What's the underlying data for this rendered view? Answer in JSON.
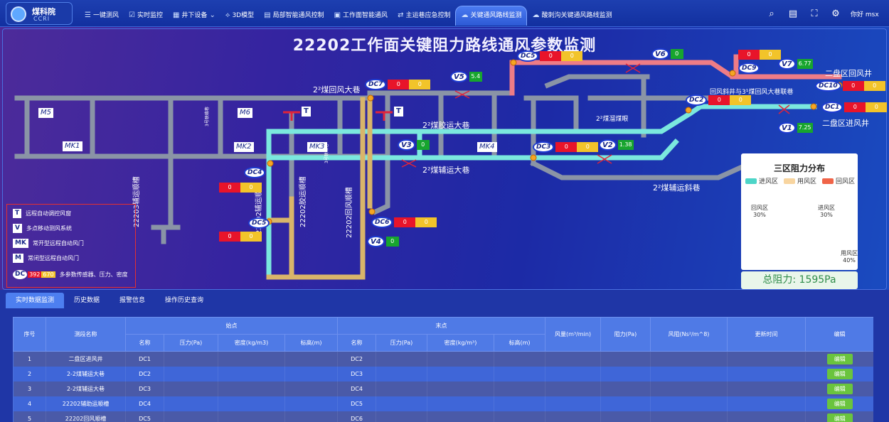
{
  "header": {
    "logo_cn": "煤科院",
    "logo_en": "CCRI",
    "nav": [
      {
        "label": "一键测风",
        "icon": "list-icon"
      },
      {
        "label": "实时监控",
        "icon": "check-square-icon"
      },
      {
        "label": "井下设备",
        "icon": "grid-icon"
      },
      {
        "label": "3D模型",
        "icon": "cube-icon"
      },
      {
        "label": "局部智能通风控制",
        "icon": "document-icon"
      },
      {
        "label": "工作面智能通风",
        "icon": "monitor-icon"
      },
      {
        "label": "主运巷应急控制",
        "icon": "swap-icon"
      },
      {
        "label": "关键通风路线监测",
        "icon": "cloud-icon"
      },
      {
        "label": "酸刺沟关键通风路线监测",
        "icon": "cloud-icon"
      }
    ],
    "user": "你好 msx"
  },
  "diagram": {
    "title": "22202工作面关键阻力路线通风参数监测",
    "labels": {
      "return_main": "2²煤回风大巷",
      "belt_main": "2²煤胶运大巷",
      "aux_main": "2²煤辅运大巷",
      "coal_bunker": "2²煤溜煤眼",
      "aux_slope": "2²煤辅运斜巷",
      "panel2_return_shaft": "二盘区回风井",
      "panel2_intake_shaft": "二盘区进风井",
      "return_slope": "回风斜井与3¹煤回风大巷联巷",
      "aux_22203": "22203辅运顺槽",
      "aux_22202": "22202辅运顺槽",
      "belt_22202": "22202胶运顺槽",
      "return_22202": "22202回风顺槽",
      "shaft3_left": "3号联络巷",
      "shaft3_right": "3号联络巷"
    },
    "doors": [
      "M5",
      "M6",
      "MK1",
      "MK2",
      "MK3",
      "MK4"
    ],
    "sensors": [
      {
        "id": "DC5",
        "pressure": "0",
        "density": "0"
      },
      {
        "id": "DC7",
        "pressure": "0",
        "density": "0"
      },
      {
        "id": "DC4",
        "pressure": "0",
        "density": "0"
      },
      {
        "id": "DC5",
        "pressure": "0",
        "density": "0"
      },
      {
        "id": "DC6",
        "pressure": "0",
        "density": "0"
      },
      {
        "id": "DC3",
        "pressure": "0",
        "density": "0"
      },
      {
        "id": "DC2",
        "pressure": "0",
        "density": "0"
      },
      {
        "id": "DC9",
        "pressure": "0",
        "density": "0"
      },
      {
        "id": "DC10",
        "pressure": "0",
        "density": "0"
      },
      {
        "id": "DC1",
        "pressure": "0",
        "density": "0"
      }
    ],
    "vstations": [
      {
        "id": "V6",
        "value": "0"
      },
      {
        "id": "V5",
        "value": "5.4"
      },
      {
        "id": "V7",
        "value": "6.77"
      },
      {
        "id": "V3",
        "value": "0"
      },
      {
        "id": "V2",
        "value": "1.38"
      },
      {
        "id": "V1",
        "value": "7.25"
      },
      {
        "id": "V4",
        "value": "0"
      }
    ],
    "t_label": "T"
  },
  "legend": {
    "items": [
      {
        "key": "T",
        "text": "远程自动调控风窗"
      },
      {
        "key": "V",
        "text": "多点移动测风系统"
      },
      {
        "key": "MK",
        "text": "常开型远程自动风门"
      },
      {
        "key": "M",
        "text": "常闭型远程自动风门"
      }
    ],
    "dc_key": "DC",
    "dc_vals": [
      "392",
      "670"
    ],
    "dc_text": "多参数传感器、压力、密度"
  },
  "resistance": {
    "title": "三区阻力分布",
    "legend": [
      "进风区",
      "用风区",
      "回风区"
    ],
    "slices": [
      {
        "name": "进风区",
        "label": "进风区",
        "pct": "30%",
        "value": 30,
        "color": "#4dd5c8"
      },
      {
        "name": "用风区",
        "label": "用风区",
        "pct": "40%",
        "value": 40,
        "color": "#f8d5a0"
      },
      {
        "name": "回风区",
        "label": "回风区",
        "pct": "30%",
        "value": 30,
        "color": "#f06448"
      }
    ],
    "total": "总阻力: 1595Pa"
  },
  "chart_data": {
    "type": "pie",
    "title": "三区阻力分布",
    "categories": [
      "进风区",
      "用风区",
      "回风区"
    ],
    "values": [
      30,
      40,
      30
    ],
    "legend": "top"
  },
  "tabs": [
    "实时数据监测",
    "历史数据",
    "报警信息",
    "操作历史查询"
  ],
  "table": {
    "head1": [
      "序号",
      "测段名称",
      "始点",
      "末点",
      "风量(m³/min)",
      "阻力(Pa)",
      "风阻(Ns²/m^8)",
      "更新时间",
      "编辑"
    ],
    "head2": [
      "名称",
      "压力(Pa)",
      "密度(kg/m3)",
      "标高(m)",
      "名称",
      "压力(Pa)",
      "密度(kg/m³)",
      "标高(m)"
    ],
    "rows": [
      {
        "no": "1",
        "name": "二盘区进风井",
        "start": "DC1",
        "end": "DC2",
        "btn": "编辑"
      },
      {
        "no": "2",
        "name": "2-2煤辅运大巷",
        "start": "DC2",
        "end": "DC3",
        "btn": "编辑"
      },
      {
        "no": "3",
        "name": "2-2煤辅运大巷",
        "start": "DC3",
        "end": "DC4",
        "btn": "编辑"
      },
      {
        "no": "4",
        "name": "22202辅助运顺槽",
        "start": "DC4",
        "end": "DC5",
        "btn": "编辑"
      },
      {
        "no": "5",
        "name": "22202回风顺槽",
        "start": "DC5",
        "end": "DC6",
        "btn": "编辑"
      }
    ]
  }
}
